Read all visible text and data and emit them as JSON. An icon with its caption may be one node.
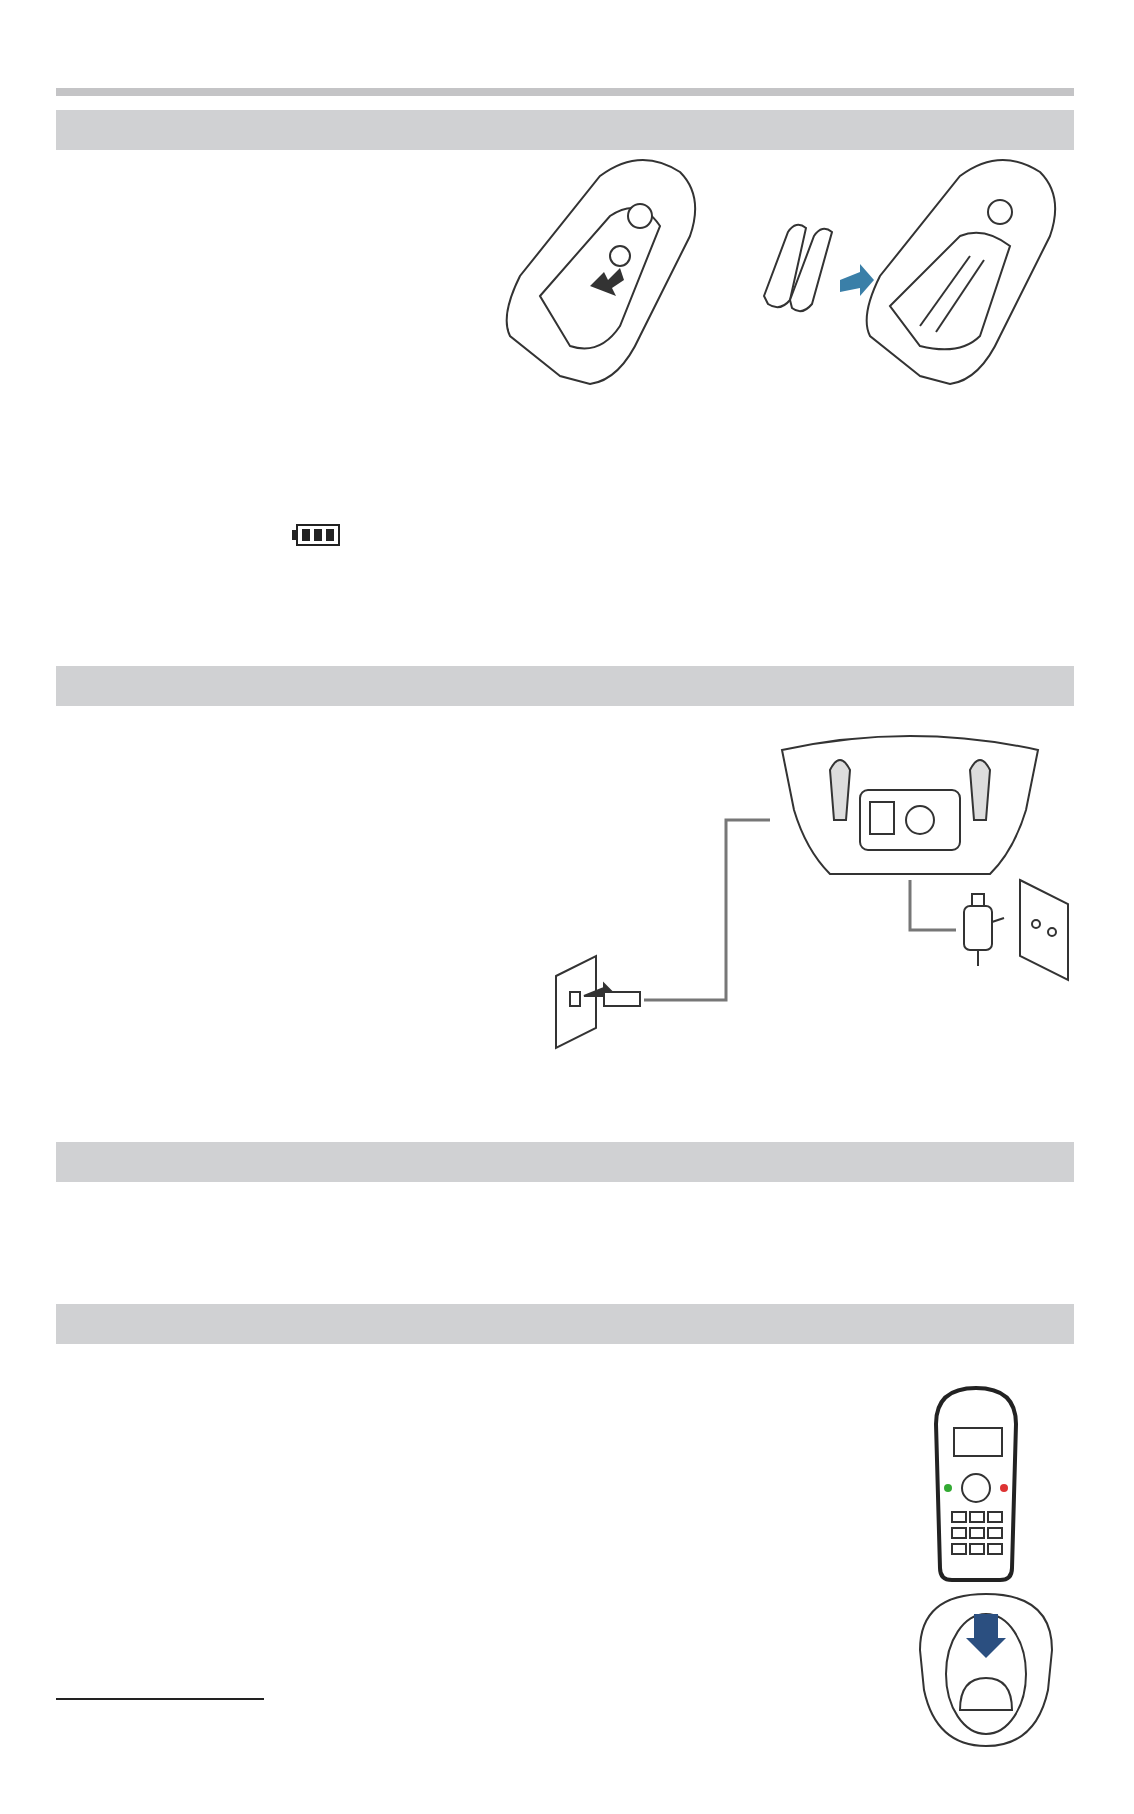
{
  "diagram": {
    "nodes": [
      {
        "text": [],
        "shape": "picture"
      },
      {
        "text": [],
        "shape": "picture"
      },
      {
        "text": [],
        "shape": "picture"
      }
    ],
    "edges": [
      {
        "from": 0,
        "to": 1,
        "arrow": "none"
      },
      {
        "from": 0,
        "to": 2,
        "arrow": "none"
      }
    ]
  }
}
